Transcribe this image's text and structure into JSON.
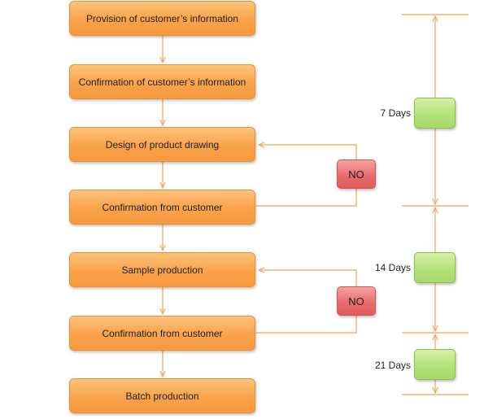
{
  "colors": {
    "step_fill": "#f9a24a",
    "connector": "#f4a259",
    "reject_fill": "#e66a6a",
    "duration_fill": "#b3e077"
  },
  "steps": [
    {
      "label": "Provision of customer’s information"
    },
    {
      "label": "Confirmation of customer’s information"
    },
    {
      "label": "Design of product drawing"
    },
    {
      "label": "Confirmation from customer"
    },
    {
      "label": "Sample production"
    },
    {
      "label": "Confirmation from customer"
    },
    {
      "label": "Batch production"
    }
  ],
  "rejections": [
    {
      "label": "NO"
    },
    {
      "label": "NO"
    }
  ],
  "durations": [
    {
      "label": "7 Days"
    },
    {
      "label": "14 Days"
    },
    {
      "label": "21 Days"
    }
  ]
}
